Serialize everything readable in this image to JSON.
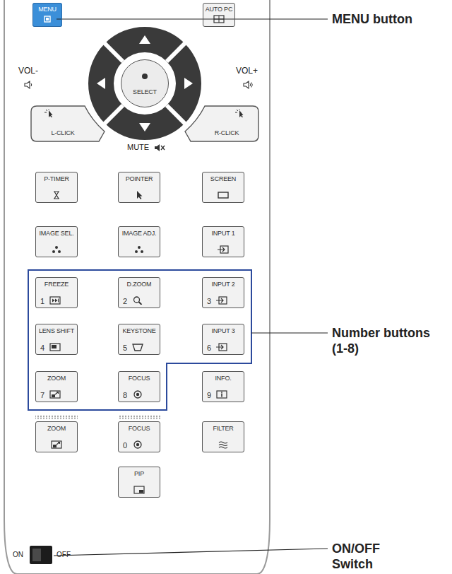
{
  "diagram": {
    "nodes": [
      {
        "text": [
          "MENU"
        ]
      },
      {
        "text": [
          "AUTO PC"
        ]
      },
      {
        "text": [
          "SELECT"
        ]
      },
      {
        "text": [
          "L-CLICK"
        ]
      },
      {
        "text": [
          "R-CLICK"
        ]
      },
      {
        "text": [
          "P-TIMER"
        ]
      },
      {
        "text": [
          "POINTER"
        ]
      },
      {
        "text": [
          "SCREEN"
        ]
      },
      {
        "text": [
          "IMAGE SEL."
        ]
      },
      {
        "text": [
          "IMAGE ADJ."
        ]
      },
      {
        "text": [
          "INPUT 1"
        ]
      },
      {
        "text": [
          "FREEZE",
          "1"
        ]
      },
      {
        "text": [
          "D.ZOOM",
          "2"
        ]
      },
      {
        "text": [
          "INPUT 2",
          "3"
        ]
      },
      {
        "text": [
          "LENS SHIFT",
          "4"
        ]
      },
      {
        "text": [
          "KEYSTONE",
          "5"
        ]
      },
      {
        "text": [
          "INPUT 3",
          "6"
        ]
      },
      {
        "text": [
          "ZOOM",
          "7"
        ]
      },
      {
        "text": [
          "FOCUS",
          "8"
        ]
      },
      {
        "text": [
          "INFO.",
          "9"
        ]
      },
      {
        "text": [
          "ZOOM"
        ]
      },
      {
        "text": [
          "FOCUS",
          "0"
        ]
      },
      {
        "text": [
          "FILTER"
        ]
      },
      {
        "text": [
          "PIP"
        ]
      }
    ],
    "labels": [
      "VOL-",
      "VOL+",
      "MUTE",
      "ON",
      "OFF",
      "MENU button",
      "Number buttons (1-8)",
      "ON/OFF Switch"
    ]
  }
}
